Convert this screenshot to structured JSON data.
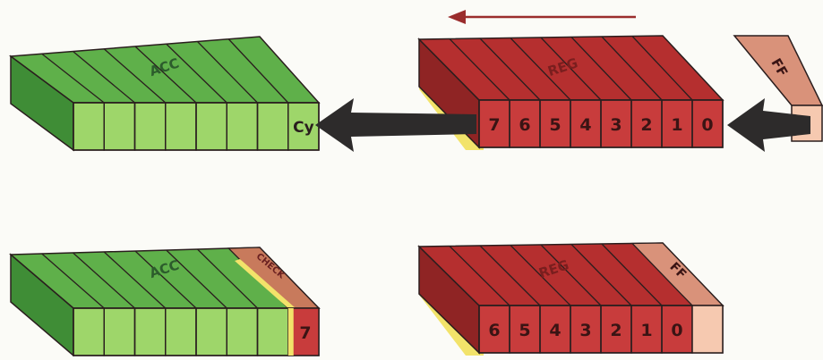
{
  "top": {
    "acc_label": "ACC",
    "acc_cells": [
      "",
      "",
      "",
      "",
      "",
      "",
      "",
      "Cy"
    ],
    "reg_label": "REG",
    "reg_cells": [
      "7",
      "6",
      "5",
      "4",
      "3",
      "2",
      "1",
      "0"
    ],
    "ff_label": "FF"
  },
  "bottom": {
    "acc_label": "ACC",
    "acc_cells": [
      "",
      "",
      "",
      "",
      "",
      "",
      "",
      "7"
    ],
    "acc_check_label": "CHECK",
    "reg_label": "REG",
    "reg_cells": [
      "6",
      "5",
      "4",
      "3",
      "2",
      "1",
      "0",
      ""
    ],
    "ff_label": "FF"
  },
  "colors": {
    "acc_front": "#9ed66a",
    "acc_top": "#5fb04a",
    "acc_side": "#3f8d36",
    "reg_front": "#c83c3c",
    "reg_top": "#b52f2f",
    "reg_side": "#8f2424",
    "ff_front": "#f6c9b0",
    "ff_top": "#d9927a",
    "yellow_edge": "#f2e36a",
    "outline": "#2a1e1e",
    "arrow": "#2d2b2b"
  }
}
